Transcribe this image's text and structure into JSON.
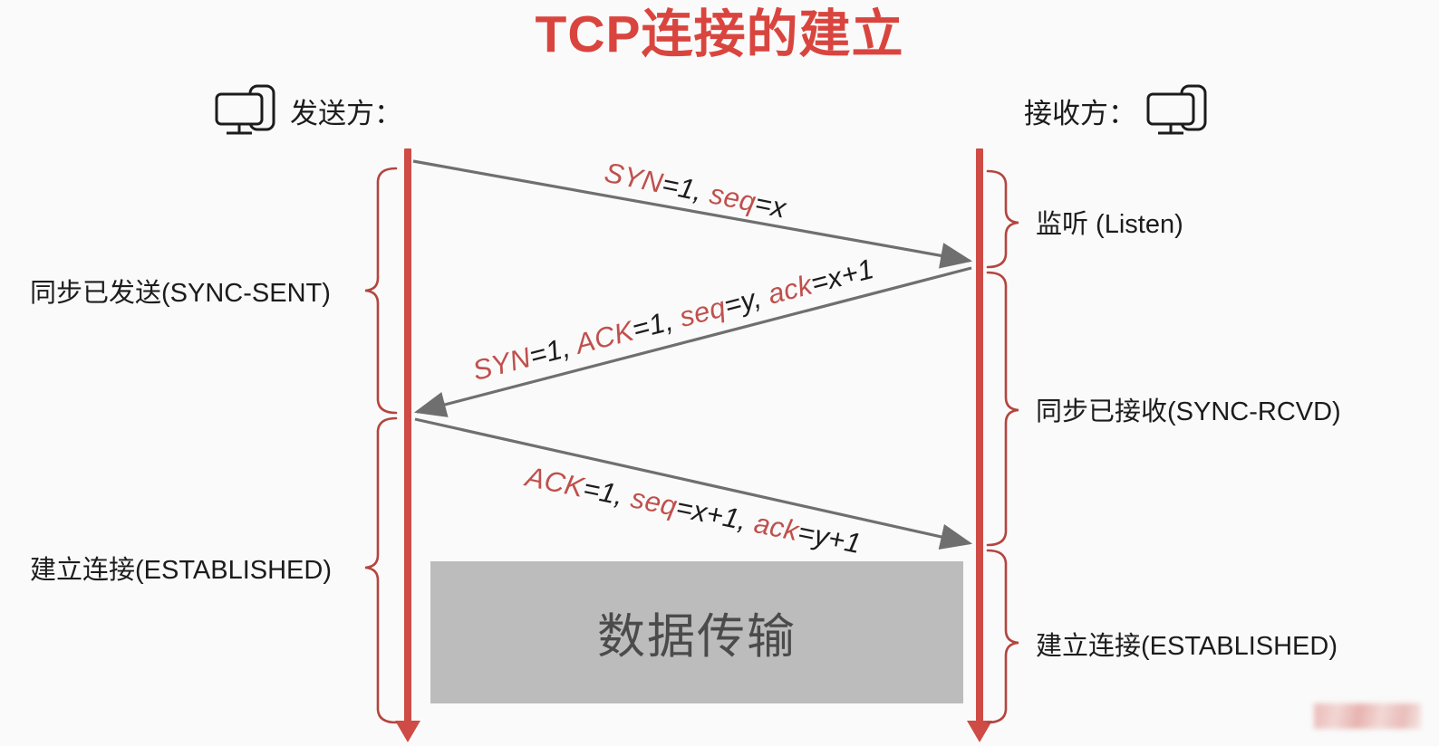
{
  "title": "TCP连接的建立",
  "endpoints": {
    "sender": {
      "label": "发送方：",
      "icon": "monitor-icon"
    },
    "receiver": {
      "label": "接收方：",
      "icon": "monitor-icon"
    }
  },
  "messages": [
    {
      "id": "msg1",
      "direction": "sender-to-receiver",
      "text": "SYN=1, seq=x",
      "segments": [
        {
          "t": "SYN",
          "red": true
        },
        {
          "t": "=1, ",
          "red": false
        },
        {
          "t": "seq",
          "red": true
        },
        {
          "t": "=x",
          "red": false
        }
      ]
    },
    {
      "id": "msg2",
      "direction": "receiver-to-sender",
      "text": "SYN=1, ACK=1, seq=y, ack=x+1",
      "segments": [
        {
          "t": "SYN",
          "red": true
        },
        {
          "t": "=1, ",
          "red": false
        },
        {
          "t": "ACK",
          "red": true
        },
        {
          "t": "=1, ",
          "red": false
        },
        {
          "t": "seq",
          "red": true
        },
        {
          "t": "=y, ",
          "red": false
        },
        {
          "t": "ack",
          "red": true
        },
        {
          "t": "=x+1",
          "red": false
        }
      ]
    },
    {
      "id": "msg3",
      "direction": "sender-to-receiver",
      "text": "ACK=1, seq=x+1, ack=y+1",
      "segments": [
        {
          "t": "ACK",
          "red": true
        },
        {
          "t": "=1, ",
          "red": false
        },
        {
          "t": "seq",
          "red": true
        },
        {
          "t": "=x+1, ",
          "red": false
        },
        {
          "t": "ack",
          "red": true
        },
        {
          "t": "=y+1",
          "red": false
        }
      ]
    }
  ],
  "states": {
    "sender": [
      {
        "id": "sync-sent",
        "label": "同步已发送(SYNC-SENT)"
      },
      {
        "id": "established-left",
        "label": "建立连接(ESTABLISHED)"
      }
    ],
    "receiver": [
      {
        "id": "listen",
        "label": "监听 (Listen)"
      },
      {
        "id": "sync-rcvd",
        "label": "同步已接收(SYNC-RCVD)"
      },
      {
        "id": "established-right",
        "label": "建立连接(ESTABLISHED)"
      }
    ]
  },
  "data_transfer": {
    "label": "数据传输"
  },
  "colors": {
    "title_red": "#d9453e",
    "lifeline_red": "#cf4b45",
    "brace_red": "#b4453f",
    "keyword_red": "#c0504d",
    "arrow_gray": "#6f6f6f",
    "data_box_gray": "#bcbcbc",
    "background": "#fafafa"
  }
}
